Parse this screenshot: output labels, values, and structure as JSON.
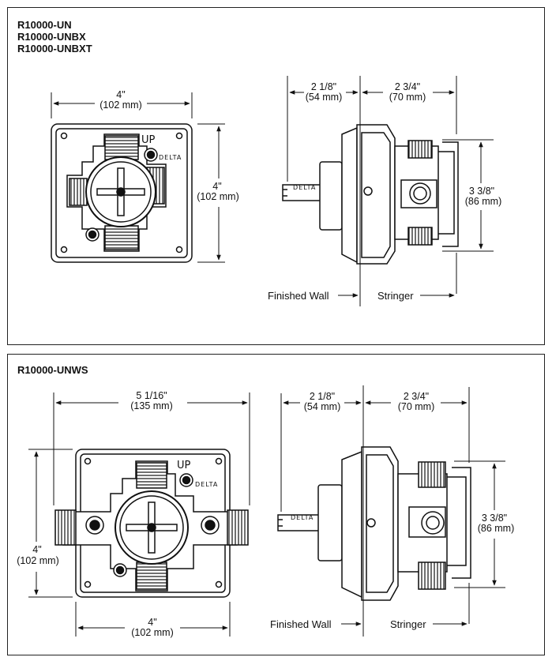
{
  "top_panel": {
    "models": [
      "R10000-UN",
      "R10000-UNBX",
      "R10000-UNBXT"
    ],
    "front": {
      "width_in": "4\"",
      "width_mm": "(102 mm)",
      "height_in": "4\"",
      "height_mm": "(102 mm)",
      "up_label": "UP",
      "brand_label": "DELTA"
    },
    "side": {
      "depth1_in": "2 1/8\"",
      "depth1_mm": "(54 mm)",
      "depth2_in": "2 3/4\"",
      "depth2_mm": "(70 mm)",
      "height_in": "3 3/8\"",
      "height_mm": "(86 mm)",
      "finished_wall": "Finished Wall",
      "stringer": "Stringer",
      "brand_label": "DELTA"
    }
  },
  "bottom_panel": {
    "models": [
      "R10000-UNWS"
    ],
    "front": {
      "width_in": "5 1/16\"",
      "width_mm": "(135 mm)",
      "height_in": "4\"",
      "height_mm": "(102 mm)",
      "bottom_in": "4\"",
      "bottom_mm": "(102 mm)",
      "up_label": "UP",
      "brand_label": "DELTA"
    },
    "side": {
      "depth1_in": "2 1/8\"",
      "depth1_mm": "(54 mm)",
      "depth2_in": "2 3/4\"",
      "depth2_mm": "(70 mm)",
      "height_in": "3 3/8\"",
      "height_mm": "(86 mm)",
      "finished_wall": "Finished Wall",
      "stringer": "Stringer",
      "brand_label": "DELTA"
    }
  }
}
